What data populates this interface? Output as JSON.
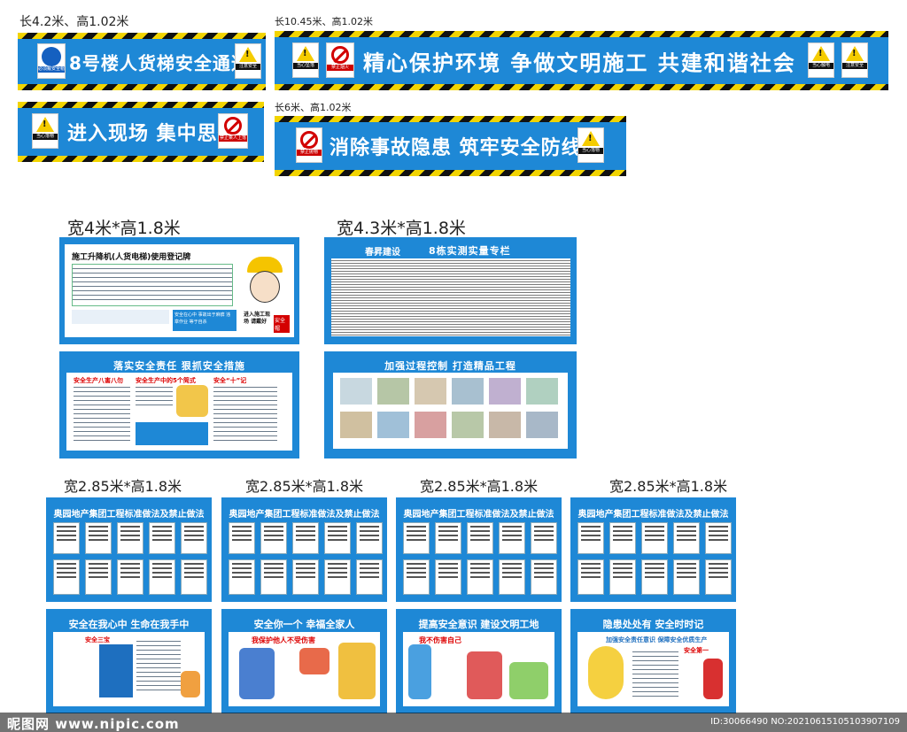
{
  "dims": {
    "d1": "长4.2米、高1.02米",
    "d2": "长10.45米、高1.02米",
    "d3": "长6米、高1.02米",
    "d4": "宽4米*高1.8米",
    "d5": "宽4.3米*高1.8米",
    "d6": "宽2.85米*高1.8米",
    "d7": "宽2.85米*高1.8米",
    "d8": "宽2.85米*高1.8米",
    "d9": "宽2.85米*高1.8米"
  },
  "banners": {
    "b1": "8号楼人货梯安全通道",
    "b2": "精心保护环境  争做文明施工  共建和谐社会",
    "b3": "进入现场   集中思想",
    "b4": "消除事故隐患  筑牢安全防线"
  },
  "sign_captions": {
    "wear_helmet": "必须戴安全帽",
    "caution_safety": "注意安全",
    "caution_fall": "当心坠落",
    "no_fire": "禁止烟火",
    "caution_electric": "当心触电",
    "caution_falling_obj": "当心落物",
    "no_climb": "禁止乘人上落",
    "no_throw": "禁止抛物"
  },
  "boards": {
    "elevator": {
      "title": "施工升降机(人货电梯)使用登记牌",
      "cartoon_text": "进入施工现场 请戴好",
      "cartoon_badge": "安全帽",
      "notice": "安全在心中  事故出于麻痹  违章作业  等于自杀"
    },
    "measure": {
      "brand": "春昇建设",
      "title": "8栋实测实量专栏"
    },
    "responsibility": {
      "title": "落实安全责任   狠抓安全措施",
      "heading1": "安全生产八害八勿",
      "heading2": "安全生产中的5个简式",
      "heading3": "安全“十”记"
    },
    "process": {
      "title": "加强过程控制   打造精品工程"
    },
    "standard": {
      "title": "奥园地产集团工程标准做法及禁止做法"
    },
    "slogan1": {
      "title": "安全在我心中   生命在我手中",
      "heading": "安全三宝"
    },
    "slogan2": {
      "title": "安全你一个   幸福全家人",
      "heading": "我保护他人不受伤害"
    },
    "slogan3": {
      "title": "提高安全意识   建设文明工地",
      "heading": "我不伤害自己"
    },
    "slogan4": {
      "title": "隐患处处有   安全时时记",
      "heading": "加强安全责任意识  保障安全优质生产",
      "sub": "安全第一"
    }
  },
  "watermark": {
    "site": "昵图网 www.nipic.com",
    "id": "ID:30066490 NO:20210615105103907109"
  }
}
